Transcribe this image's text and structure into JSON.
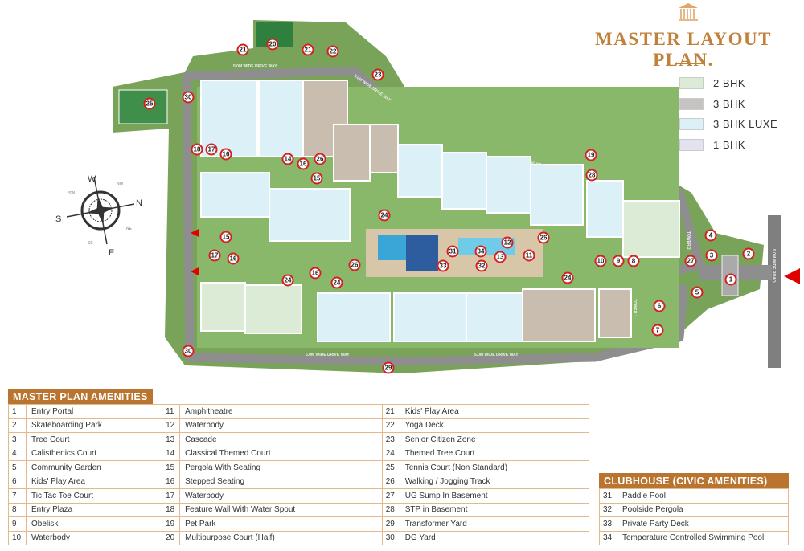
{
  "header": {
    "title": "MASTER LAYOUT PLAN."
  },
  "legend": [
    {
      "label": "2 BHK",
      "color": "#dcebd5"
    },
    {
      "label": "3 BHK",
      "color": "#c6c4c2"
    },
    {
      "label": "3 BHK LUXE",
      "color": "#dcf0f7"
    },
    {
      "label": "1 BHK",
      "color": "#e4e2f0"
    }
  ],
  "map": {
    "roads": [
      "5.0M WIDE DRIVE WAY",
      "5.0M WIDE DRIVE WAY",
      "5.0M WIDE DRIVE WAY",
      "5.0M WIDE DRIVE WAY",
      "5.0M WIDE DRIVE WAY",
      "9.0M WIDE ROAD"
    ],
    "towers": [
      "TOWER 1",
      "TOWER 3"
    ],
    "compass": {
      "W": "W",
      "N": "N",
      "E": "E",
      "S": "S",
      "NW": "NW",
      "NE": "NE",
      "SE": "SE",
      "SW": "SW"
    },
    "colors": {
      "marker_border": "#d42020",
      "entry_arrow": "#e00000",
      "accent": "#b9752f"
    }
  },
  "amenities": {
    "title": "MASTER PLAN AMENITIES",
    "items": [
      {
        "n": "1",
        "label": "Entry Portal"
      },
      {
        "n": "2",
        "label": "Skateboarding Park"
      },
      {
        "n": "3",
        "label": "Tree Court"
      },
      {
        "n": "4",
        "label": "Calisthenics Court"
      },
      {
        "n": "5",
        "label": "Community Garden"
      },
      {
        "n": "6",
        "label": "Kids' Play Area"
      },
      {
        "n": "7",
        "label": "Tic Tac Toe Court"
      },
      {
        "n": "8",
        "label": "Entry Plaza"
      },
      {
        "n": "9",
        "label": "Obelisk"
      },
      {
        "n": "10",
        "label": "Waterbody"
      },
      {
        "n": "11",
        "label": "Amphitheatre"
      },
      {
        "n": "12",
        "label": "Waterbody"
      },
      {
        "n": "13",
        "label": "Cascade"
      },
      {
        "n": "14",
        "label": "Classical Themed Court"
      },
      {
        "n": "15",
        "label": "Pergola With Seating"
      },
      {
        "n": "16",
        "label": "Stepped Seating"
      },
      {
        "n": "17",
        "label": "Waterbody"
      },
      {
        "n": "18",
        "label": "Feature Wall With Water Spout"
      },
      {
        "n": "19",
        "label": "Pet Park"
      },
      {
        "n": "20",
        "label": "Multipurpose Court (Half)"
      },
      {
        "n": "21",
        "label": "Kids' Play Area"
      },
      {
        "n": "22",
        "label": "Yoga Deck"
      },
      {
        "n": "23",
        "label": "Senior Citizen Zone"
      },
      {
        "n": "24",
        "label": "Themed Tree Court"
      },
      {
        "n": "25",
        "label": "Tennis Court (Non Standard)"
      },
      {
        "n": "26",
        "label": "Walking / Jogging Track"
      },
      {
        "n": "27",
        "label": "UG Sump In Basement"
      },
      {
        "n": "28",
        "label": "STP in Basement"
      },
      {
        "n": "29",
        "label": "Transformer Yard"
      },
      {
        "n": "30",
        "label": "DG Yard"
      }
    ]
  },
  "clubhouse": {
    "title": "CLUBHOUSE (CIVIC AMENITIES)",
    "items": [
      {
        "n": "31",
        "label": "Paddle Pool"
      },
      {
        "n": "32",
        "label": "Poolside Pergola"
      },
      {
        "n": "33",
        "label": "Private Party Deck"
      },
      {
        "n": "34",
        "label": "Temperature Controlled Swimming Pool"
      }
    ]
  }
}
